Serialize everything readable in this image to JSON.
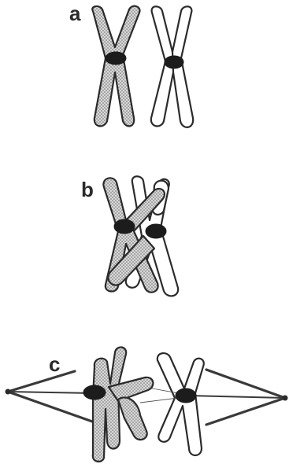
{
  "panels": [
    {
      "label": "a"
    },
    {
      "label": "b"
    },
    {
      "label": "c"
    }
  ],
  "icons": {
    "shaded_chromosome": "stippled-chromosome",
    "open_chromosome": "outlined-chromosome",
    "centromere": "black-oval",
    "spindle_pole": "dot"
  },
  "colors": {
    "outline": "#2b2b2b",
    "stipple": "#8a8a8a",
    "centromere": "#1c1c1c",
    "background": "#ffffff"
  }
}
